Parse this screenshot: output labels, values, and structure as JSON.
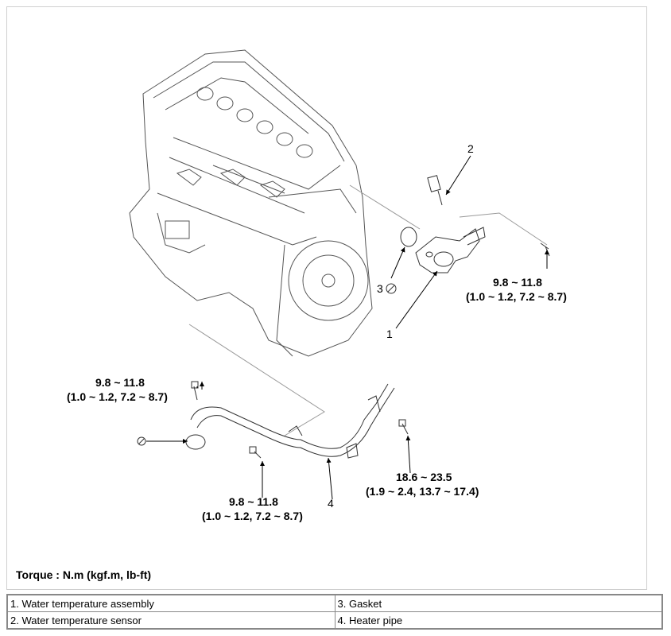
{
  "callouts": {
    "c1": "1",
    "c2": "2",
    "c3": "3",
    "c4": "4"
  },
  "torque_specs": {
    "sensor_housing_bolt": {
      "line1": "9.8 ~ 11.8",
      "line2": "(1.0 ~ 1.2, 7.2 ~ 8.7)"
    },
    "pipe_flange_bolt": {
      "line1": "9.8 ~ 11.8",
      "line2": "(1.0 ~ 1.2, 7.2 ~ 8.7)"
    },
    "pipe_bracket_bolt": {
      "line1": "9.8 ~ 11.8",
      "line2": "(1.0 ~ 1.2, 7.2 ~ 8.7)"
    },
    "pipe_clamp_bolt": {
      "line1": "18.6 ~ 23.5",
      "line2": "(1.9 ~ 2.4, 13.7 ~ 17.4)"
    }
  },
  "torque_unit_label": "Torque : N.m (kgf.m, lb-ft)",
  "legend": {
    "items": [
      "1. Water temperature assembly",
      "3. Gasket",
      "2. Water temperature sensor",
      "4. Heater pipe"
    ]
  }
}
